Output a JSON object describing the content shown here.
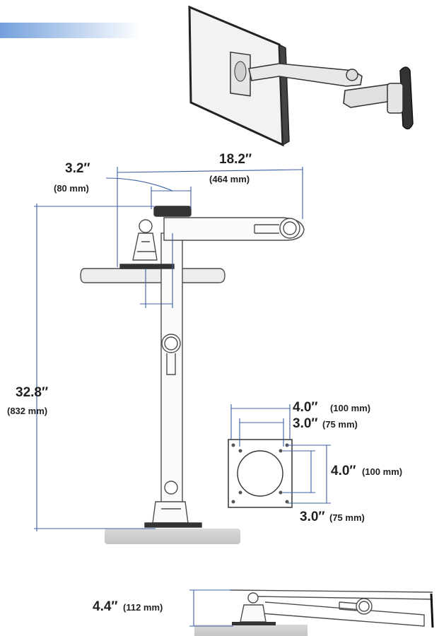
{
  "colors": {
    "dimension_line": "#3b5fa5",
    "product_outline": "#4d4d4d",
    "surface_gray": "#cfcfcf",
    "banner_blue": "#5b8fd6",
    "label_text": "#231f20"
  },
  "dimensions": {
    "arm_reach": {
      "inches": "18.2″",
      "mm": "(464 mm)"
    },
    "pole_offset": {
      "inches": "3.2″",
      "mm": "(80 mm)"
    },
    "overall_height": {
      "inches": "32.8″",
      "mm": "(832 mm)"
    },
    "vesa_width_large": {
      "inches": "4.0″",
      "mm": "(100 mm)"
    },
    "vesa_width_small": {
      "inches": "3.0″",
      "mm": "(75 mm)"
    },
    "vesa_height_large": {
      "inches": "4.0″",
      "mm": "(100 mm)"
    },
    "vesa_height_small": {
      "inches": "3.0″",
      "mm": "(75 mm)"
    },
    "folded_height": {
      "inches": "4.4″",
      "mm": "(112 mm)"
    }
  }
}
